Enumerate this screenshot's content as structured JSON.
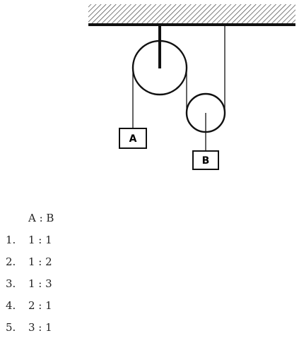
{
  "diagram": {
    "box_a_label": "A",
    "box_b_label": "B"
  },
  "answers": {
    "header": "A : B",
    "choices": [
      {
        "number": "1.",
        "value": "1 : 1"
      },
      {
        "number": "2.",
        "value": "1 : 2"
      },
      {
        "number": "3.",
        "value": "1 : 3"
      },
      {
        "number": "4.",
        "value": "2 : 1"
      },
      {
        "number": "5.",
        "value": "3 : 1"
      }
    ]
  }
}
